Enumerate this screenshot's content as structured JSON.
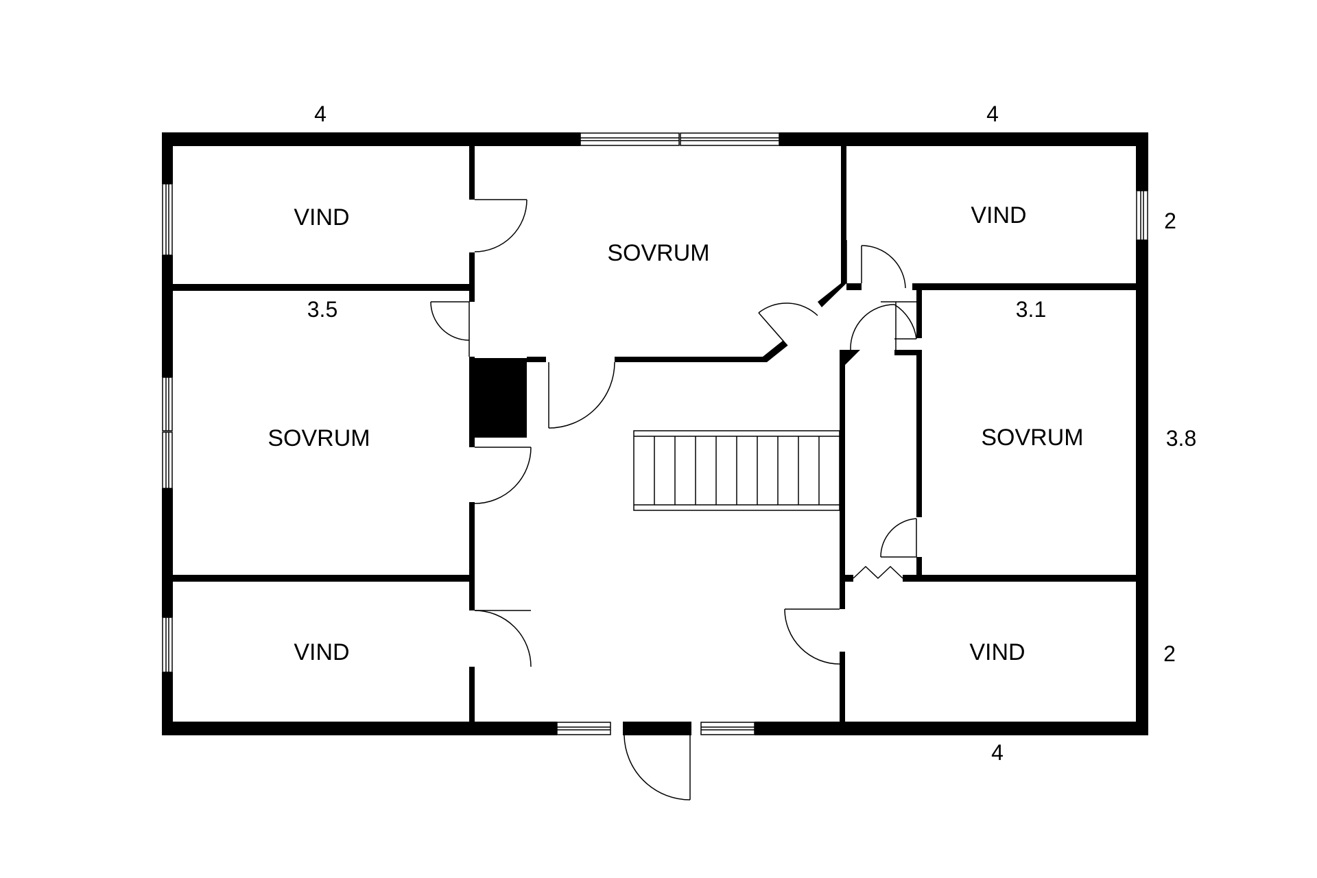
{
  "rooms": {
    "vind_top_left": "VIND",
    "sovrum_top": "SOVRUM",
    "vind_top_right": "VIND",
    "sovrum_left": "SOVRUM",
    "sovrum_right": "SOVRUM",
    "vind_bottom_left": "VIND",
    "vind_bottom_right": "VIND"
  },
  "dimensions": {
    "top_left": "4",
    "top_right": "4",
    "right_top": "2",
    "left_room_width": "3.5",
    "right_room_width": "3.1",
    "right_middle": "3.8",
    "right_bottom": "2",
    "bottom_right": "4"
  },
  "colors": {
    "wall": "#000000",
    "background": "#ffffff"
  }
}
